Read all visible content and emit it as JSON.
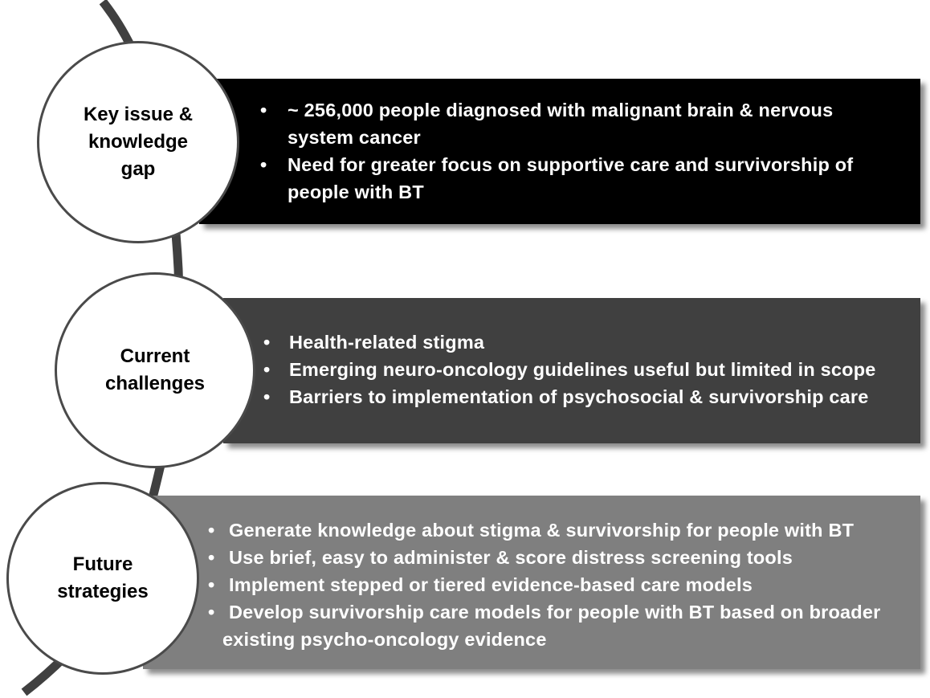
{
  "colors": {
    "band_1": "#000000",
    "band_2": "#404040",
    "band_3": "#7f7f7f",
    "circle_border": "#4a4a4a",
    "connector": "#404040"
  },
  "stages": [
    {
      "label": "Key issue &\nknowledge\ngap",
      "bullets": [
        "~ 256,000 people diagnosed with malignant brain & nervous\nsystem cancer",
        "Need for greater focus on supportive care and survivorship of\npeople with BT"
      ]
    },
    {
      "label": "Current\nchallenges",
      "bullets": [
        "Health-related stigma",
        "Emerging neuro-oncology guidelines useful but limited in scope",
        "Barriers to implementation of psychosocial & survivorship care"
      ]
    },
    {
      "label": "Future\nstrategies",
      "bullets": [
        "Generate knowledge about stigma & survivorship for people with BT",
        "Use brief, easy to administer & score distress screening tools",
        "Implement stepped or tiered evidence-based care models",
        "Develop survivorship care models for people with BT based on broader\nexisting psycho-oncology evidence"
      ]
    }
  ]
}
